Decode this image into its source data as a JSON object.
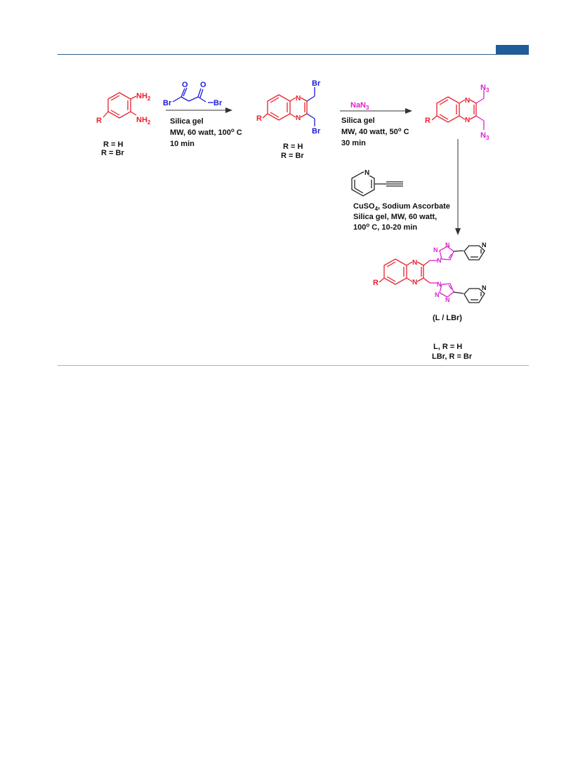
{
  "colors": {
    "header_accent": "#1f5c99",
    "reactant": "#e8202a",
    "reagent": "#1a1adb",
    "azide": "#e020d0",
    "arrow": "#555555",
    "text": "#111111"
  },
  "scheme": {
    "sm": {
      "nh2_top": "NH",
      "nh2_top_sub": "2",
      "nh2_bot": "NH",
      "nh2_bot_sub": "2",
      "r": "R",
      "r_h": "R = H",
      "r_br": "R = Br"
    },
    "reagent1": {
      "o1": "O",
      "o2": "O",
      "br_left": "Br",
      "br_right": "Br",
      "cond1": "Silica gel",
      "cond2_a": "MW, 60 watt, 100",
      "cond2_sup": "o",
      "cond2_b": " C",
      "cond3": "10 min"
    },
    "int1": {
      "n_top": "N",
      "n_bot": "N",
      "br_top": "Br",
      "br_bot": "Br",
      "r": "R",
      "r_h": "R = H",
      "r_br": "R = Br"
    },
    "reagent2": {
      "nan3_a": "NaN",
      "nan3_sub": "3",
      "cond1": "Silica gel",
      "cond2_a": "MW, 40 watt, 50",
      "cond2_sup": "o",
      "cond2_b": " C",
      "cond3": "30 min"
    },
    "int2": {
      "n_top": "N",
      "n_bot": "N",
      "n3_top": "N",
      "n3_top_sub": "3",
      "n3_bot": "N",
      "n3_bot_sub": "3",
      "r": "R"
    },
    "reagent3": {
      "py_n": "N",
      "cond1_a": "CuSO",
      "cond1_sub": "4",
      "cond1_b": ", Sodium Ascorbate",
      "cond2": "Silica gel, MW, 60 watt,",
      "cond3_a": "100",
      "cond3_sup": "o",
      "cond3_b": " C, 10-20 min"
    },
    "product": {
      "n_q_top": "N",
      "n_q_bot": "N",
      "tz1_n1": "N",
      "tz1_n2": "N",
      "tz1_n3": "N",
      "tz2_n1": "N",
      "tz2_n2": "N",
      "tz2_n3": "N",
      "py1_n": "N",
      "py2_n": "N",
      "r": "R",
      "name": "(L / LBr)",
      "def1": "L,  R = H",
      "def2": "LBr, R = Br"
    }
  }
}
